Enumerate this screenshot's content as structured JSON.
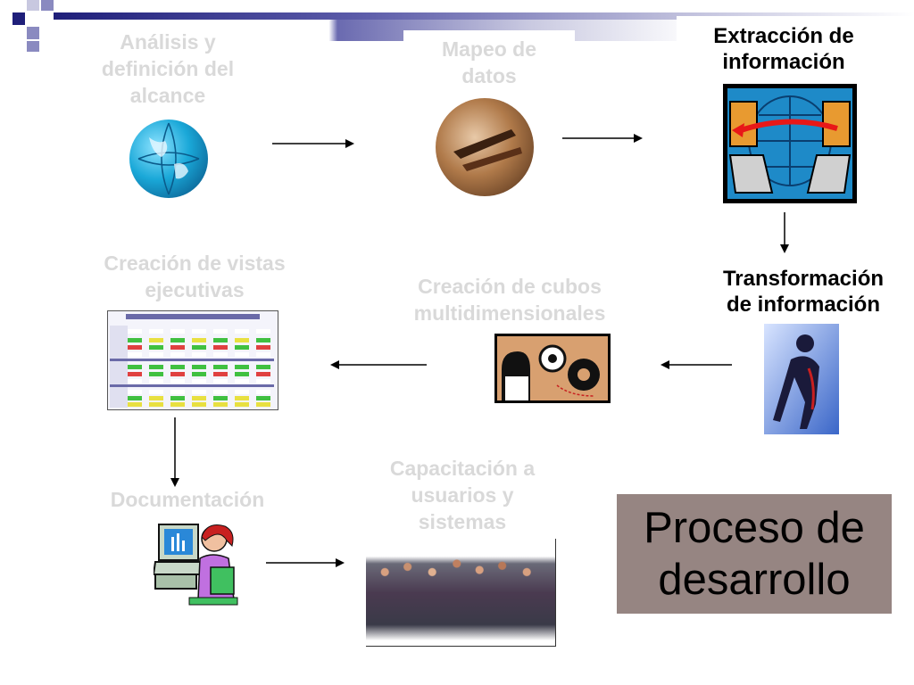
{
  "steps": {
    "analisis": "Análisis y\ndefinición del\nalcance",
    "mapeo": "Mapeo de\ndatos",
    "extraccion": "Extracción de\ninformación",
    "transformacion": "Transformación\nde información",
    "cubos": "Creación de cubos\nmultidimensionales",
    "vistas": "Creación de vistas\nejecutivas",
    "documentacion": "Documentación",
    "capacitacion": "Capacitación a\nusuarios y\nsistemas"
  },
  "title": "Proceso de\ndesarrollo",
  "colors": {
    "active_text": "#000000",
    "inactive_text": "#d9d9d9",
    "title_box": "#968582",
    "header_dark": "#1f1f7a"
  }
}
